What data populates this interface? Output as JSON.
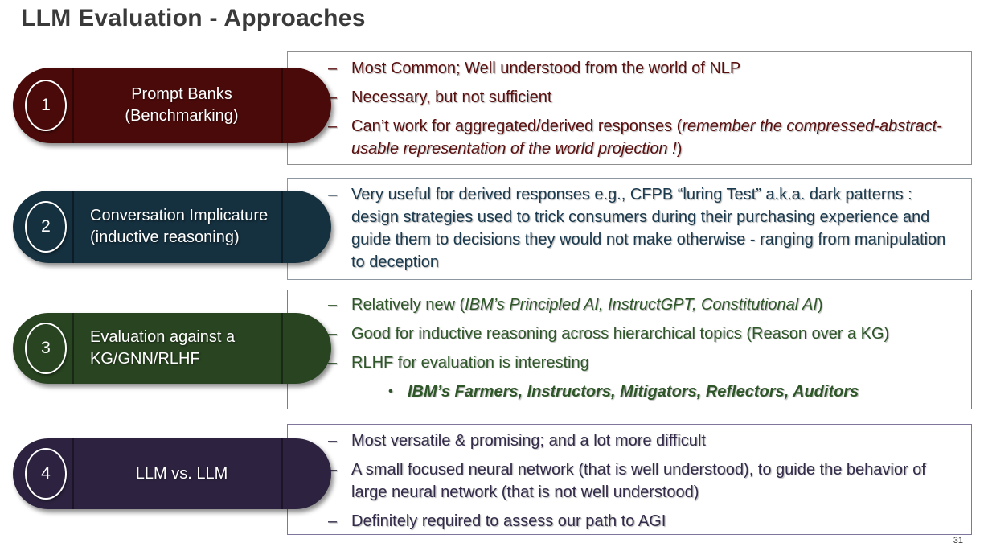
{
  "slide": {
    "title": "LLM Evaluation - Approaches",
    "page_number": "31"
  },
  "markers": {
    "dash": "–",
    "dot": "•"
  },
  "sections": [
    {
      "number": "1",
      "label_line1": "Prompt Banks",
      "label_line2": "(Benchmarking)",
      "colors": {
        "pill_bg": "#4b0a0a",
        "text": "#5a0f0f",
        "box_border": "#8f8f8f"
      },
      "bullets": {
        "b1": "Most Common; Well understood from the world of NLP",
        "b2": "Necessary, but not sufficient",
        "b3_pre": "Can’t work for aggregated/derived responses (",
        "b3_italic": "remember the compressed-abstract-usable representation of the world projection !",
        "b3_post": ")"
      }
    },
    {
      "number": "2",
      "label_line1": "Conversation Implicature",
      "label_line2": "(inductive reasoning)",
      "colors": {
        "pill_bg": "#15303f",
        "text": "#1b3a4e",
        "box_border": "#8d97a1"
      },
      "bullets": {
        "b1": "Very useful for derived responses e.g., CFPB “luring Test” a.k.a. dark patterns : design strategies used to trick consumers during their purchasing experience and guide them to decisions they would not make otherwise - ranging from manipulation to deception"
      }
    },
    {
      "number": "3",
      "label_line1": "Evaluation against a",
      "label_line2": "KG/GNN/RLHF",
      "colors": {
        "pill_bg": "#284420",
        "text": "#2e5628",
        "box_border": "#6e8a6e"
      },
      "bullets": {
        "b1_pre": "Relatively new (",
        "b1_italic": "IBM’s Principled AI, InstructGPT, Constitutional AI",
        "b1_post": ")",
        "b2": "Good for inductive reasoning across hierarchical topics (Reason over a KG)",
        "b3": "RLHF for evaluation is interesting",
        "sub1": "IBM’s Farmers, Instructors, Mitigators, Reflectors, Auditors"
      }
    },
    {
      "number": "4",
      "label_line1": "LLM vs. LLM",
      "colors": {
        "pill_bg": "#2d2340",
        "text": "#332b49",
        "box_border": "#80759a"
      },
      "bullets": {
        "b1": "Most versatile & promising; and a lot more difficult",
        "b2": "A small focused neural network (that is well understood), to guide the behavior of large neural network (that is not well understood)",
        "b3": "Definitely required to assess our path to AGI"
      }
    }
  ]
}
